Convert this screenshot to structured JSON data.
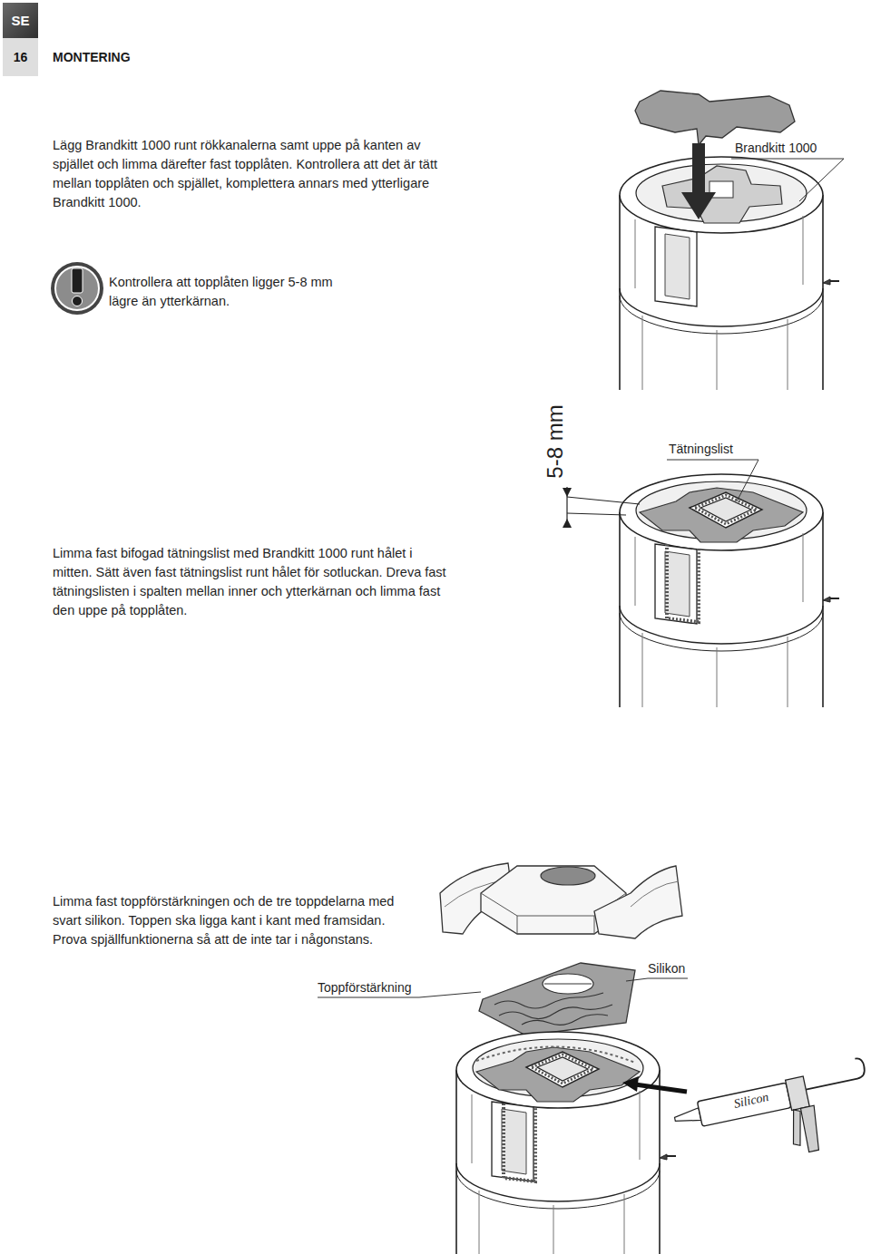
{
  "diagram": {
    "title": "MONTERING",
    "nodes": [
      {
        "text": [
          "SE"
        ]
      },
      {
        "text": [
          "16"
        ]
      }
    ],
    "labels": [
      "Lägg Brandkitt 1000 runt rökkanalerna samt uppe på kanten av spjället och limma därefter fast topplåten. Kontrollera att det är tätt mellan topplåten och spjället, komplettera annars med ytterligare Brandkitt 1000.",
      "Kontrollera att topplåten ligger 5-8 mm lägre än ytterkärnan.",
      "Brandkitt 1000",
      "5-8 mm",
      "Tätningslist",
      "Limma fast bifogad tätningslist med Brandkitt 1000 runt hålet i mitten. Sätt även fast tätningslist runt hålet för sotluckan. Dreva fast tätningslisten i spalten mellan inner och ytterkärnan och limma fast den uppe på topplåten.",
      "Limma fast toppförstärkningen och de tre toppdelarna med svart silikon. Toppen ska ligga kant i kant med framsidan. Prova spjällfunktionerna så att de inte tar i någonstans.",
      "Silikon",
      "Toppförstärkning",
      "Silicon"
    ]
  }
}
